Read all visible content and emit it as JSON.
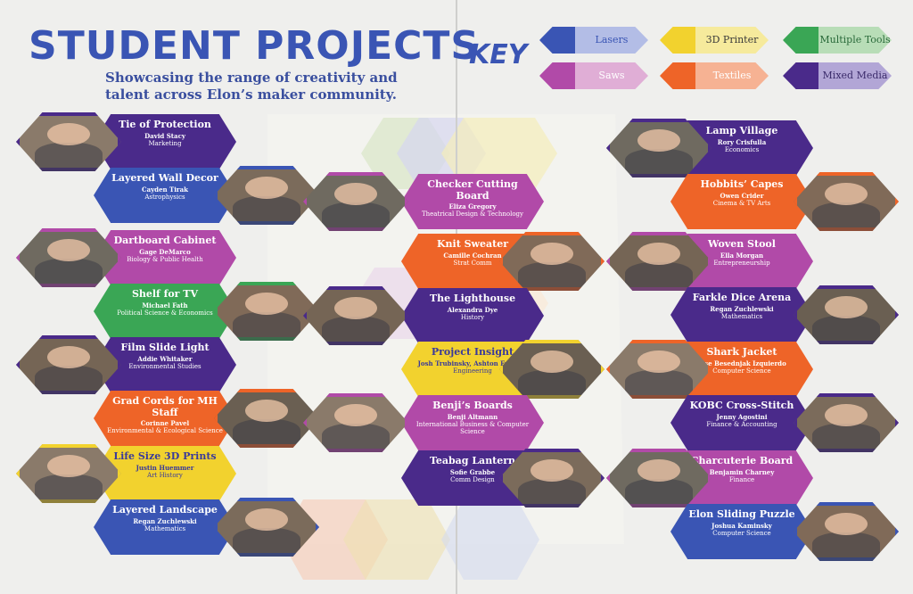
{
  "title": "STUDENT PROJECTS",
  "subtitle": "Showcasing the range of creativity and talent across Elon’s maker community.",
  "key": {
    "title": "KEY",
    "items": [
      {
        "label": "Lasers",
        "color": "#3a55b4",
        "light": "#b3bde6",
        "text": "#3a55b4"
      },
      {
        "label": "3D Printer",
        "color": "#f2d22e",
        "light": "#f6ea9c",
        "text": "#3a3a3a"
      },
      {
        "label": "Multiple Tools",
        "color": "#3aa655",
        "light": "#b8ddb7",
        "text": "#2a6a3a"
      },
      {
        "label": "Saws",
        "color": "#b14aa8",
        "light": "#e0aed6",
        "text": "#ffffff"
      },
      {
        "label": "Textiles",
        "color": "#ee6428",
        "light": "#f6b293",
        "text": "#ffffff"
      },
      {
        "label": "Mixed Media",
        "color": "#4a2a8a",
        "light": "#b2a6d6",
        "text": "#3a2a6a"
      }
    ]
  },
  "projects": [
    {
      "title": "Tie of Protection",
      "name": "David Stacy",
      "major": "Marketing",
      "color": "#4a2a8a"
    },
    {
      "title": "Layered Wall Decor",
      "name": "Cayden Tirak",
      "major": "Astrophysics",
      "color": "#3a55b4"
    },
    {
      "title": "Dartboard Cabinet",
      "name": "Gage DeMarco",
      "major": "Biology & Public Health",
      "color": "#b14aa8"
    },
    {
      "title": "Shelf for TV",
      "name": "Michael Fath",
      "major": "Political Science & Economics",
      "color": "#3aa655"
    },
    {
      "title": "Film Slide Light",
      "name": "Addie Whitaker",
      "major": "Environmental Studies",
      "color": "#4a2a8a"
    },
    {
      "title": "Grad Cords for MH Staff",
      "name": "Corinne Pavel",
      "major": "Environmental & Ecological Science",
      "color": "#ee6428"
    },
    {
      "title": "Life Size 3D Prints",
      "name": "Justin Huemmer",
      "major": "Art History",
      "color": "#f2d22e"
    },
    {
      "title": "Layered Landscape",
      "name": "Regan Zuchlewski",
      "major": "Mathematics",
      "color": "#3a55b4"
    },
    {
      "title": "Checker Cutting Board",
      "name": "Eliza Gregory",
      "major": "Theatrical Design & Technology",
      "color": "#b14aa8"
    },
    {
      "title": "Knit Sweater",
      "name": "Camille Cochran",
      "major": "Strat Comm",
      "color": "#ee6428"
    },
    {
      "title": "The Lighthouse",
      "name": "Alexandra Dye",
      "major": "History",
      "color": "#4a2a8a"
    },
    {
      "title": "Project Insight",
      "name": "Josh Trubinsky, Ashton Franiak",
      "major": "Engineering",
      "color": "#f2d22e"
    },
    {
      "title": "Benji’s Boards",
      "name": "Benji Altmann",
      "major": "International Business & Computer Science",
      "color": "#b14aa8"
    },
    {
      "title": "Teabag Lantern",
      "name": "Sofie Grabbe",
      "major": "Comm Design",
      "color": "#4a2a8a"
    },
    {
      "title": "Lamp Village",
      "name": "Rory Crisfulla",
      "major": "Economics",
      "color": "#4a2a8a"
    },
    {
      "title": "Hobbits’ Capes",
      "name": "Owen Crider",
      "major": "Cinema & TV Arts",
      "color": "#ee6428"
    },
    {
      "title": "Woven Stool",
      "name": "Ella Morgan",
      "major": "Entrepreneurship",
      "color": "#b14aa8"
    },
    {
      "title": "Farkle Dice Arena",
      "name": "Regan Zuchlewski",
      "major": "Mathematics",
      "color": "#4a2a8a"
    },
    {
      "title": "Shark Jacket",
      "name": "Jose Besednjak Izquierdo",
      "major": "Computer Science",
      "color": "#ee6428"
    },
    {
      "title": "KOBC Cross-Stitch",
      "name": "Jenny Agostini",
      "major": "Finance & Accounting",
      "color": "#4a2a8a"
    },
    {
      "title": "Charcuterie Board",
      "name": "Benjamin Charney",
      "major": "Finance",
      "color": "#b14aa8"
    },
    {
      "title": "Elon Sliding Puzzle",
      "name": "Joshua Kaminsky",
      "major": "Computer Science",
      "color": "#3a55b4"
    }
  ]
}
